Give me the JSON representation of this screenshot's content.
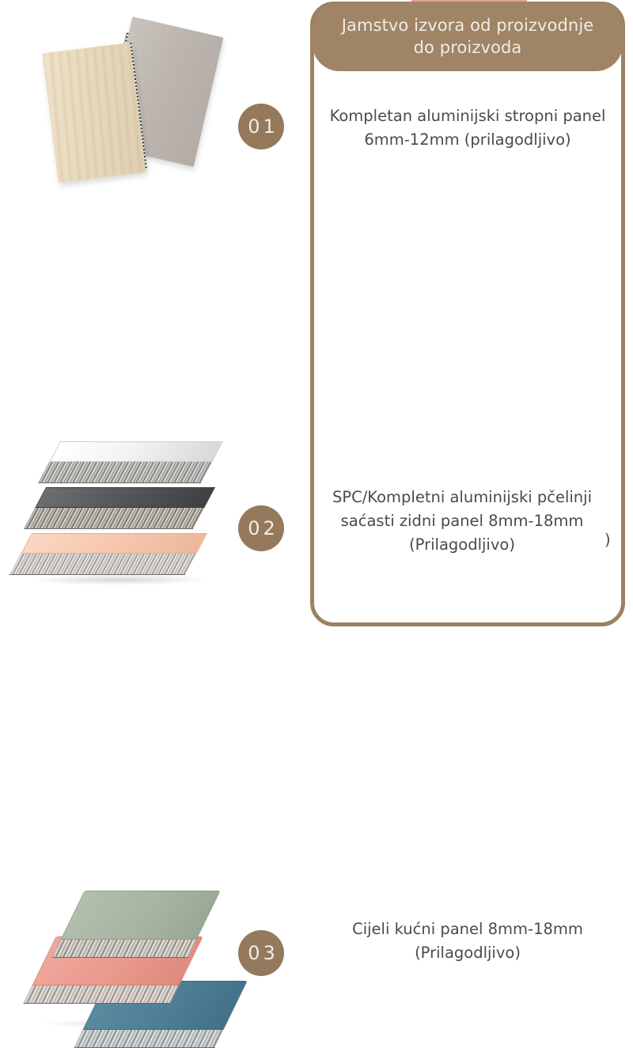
{
  "page": {
    "background_color": "#ffffff",
    "accent_color": "#9b8263",
    "header_color": "#9f8466",
    "badge_color": "#94795c",
    "text_color": "#4a4a4a",
    "top_accent_line_color": "#e8a095"
  },
  "panel": {
    "header_title": "Jamstvo izvora od proizvodnje do proizvoda"
  },
  "items": [
    {
      "badge": "01",
      "description": "Kompletan aluminijski stropni panel\n6mm-12mm (prilagodljivo)",
      "image_alt": "wood-and-grey-ceiling-panels"
    },
    {
      "badge": "02",
      "description": "SPC/Kompletni aluminijski pčelinji saćasti zidni panel 8mm-18mm (Prilagodljivo)",
      "trailing_text": ")",
      "image_alt": "stacked-metallic-honeycomb-panels"
    },
    {
      "badge": "03",
      "description": "Cijeli kućni panel 8mm-18mm (Prilagodljivo)",
      "image_alt": "stacked-coloured-honeycomb-boards"
    }
  ]
}
